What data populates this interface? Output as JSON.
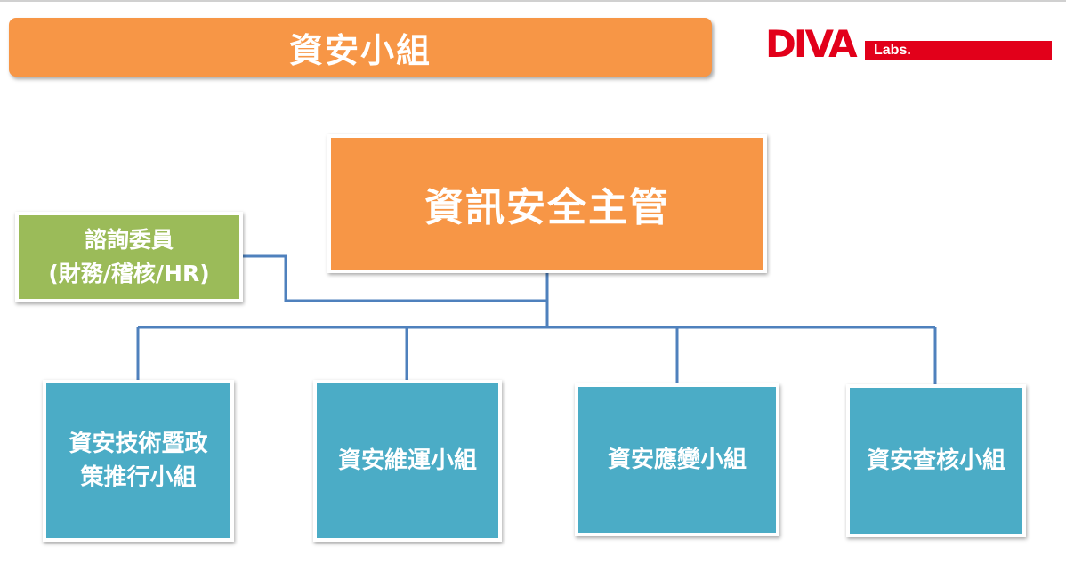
{
  "header": {
    "title": "資安小組"
  },
  "logo": {
    "brand": "DIVA",
    "suffix": "Labs."
  },
  "chart_data": {
    "type": "org-chart",
    "head": {
      "label": "資訊安全主管"
    },
    "advisor": {
      "line1": "諮詢委員",
      "line2": "(財務/稽核/HR)"
    },
    "teams": [
      {
        "line1": "資安技術暨政",
        "line2": "策推行小組"
      },
      {
        "line1": "資安維運小組",
        "line2": ""
      },
      {
        "line1": "資安應變小組",
        "line2": ""
      },
      {
        "line1": "資安查核小組",
        "line2": ""
      }
    ]
  },
  "colors": {
    "orange": "#f79646",
    "green": "#9bbb59",
    "teal": "#4bacc6",
    "connector": "#4f81bd",
    "logo_red": "#e2001a"
  }
}
